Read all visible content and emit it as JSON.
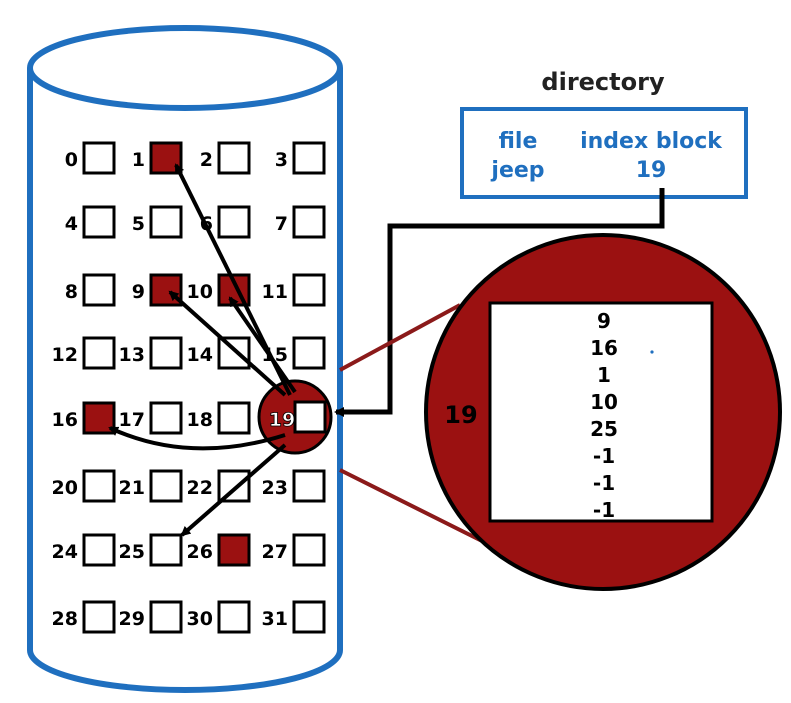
{
  "colors": {
    "disk_outline": "#1f6fbf",
    "allocated_block": "#9b1111",
    "free_block": "#ffffff",
    "directory_text": "#1f6fbf",
    "index_circle": "#9b1111"
  },
  "directory": {
    "title": "directory",
    "header_file": "file",
    "header_index": "index block",
    "entry_file": "jeep",
    "entry_index": "19"
  },
  "index_block": {
    "label": "19",
    "pointers": [
      "9",
      "16",
      "1",
      "10",
      "25",
      "-1",
      "-1",
      "-1"
    ]
  },
  "disk": {
    "blocks": [
      {
        "id": "0",
        "allocated": false
      },
      {
        "id": "1",
        "allocated": true
      },
      {
        "id": "2",
        "allocated": false
      },
      {
        "id": "3",
        "allocated": false
      },
      {
        "id": "4",
        "allocated": false
      },
      {
        "id": "5",
        "allocated": false
      },
      {
        "id": "6",
        "allocated": false
      },
      {
        "id": "7",
        "allocated": false
      },
      {
        "id": "8",
        "allocated": false
      },
      {
        "id": "9",
        "allocated": true
      },
      {
        "id": "10",
        "allocated": true
      },
      {
        "id": "11",
        "allocated": false
      },
      {
        "id": "12",
        "allocated": false
      },
      {
        "id": "13",
        "allocated": false
      },
      {
        "id": "14",
        "allocated": false
      },
      {
        "id": "15",
        "allocated": false
      },
      {
        "id": "16",
        "allocated": true
      },
      {
        "id": "17",
        "allocated": false
      },
      {
        "id": "18",
        "allocated": false
      },
      {
        "id": "19",
        "allocated": false
      },
      {
        "id": "20",
        "allocated": false
      },
      {
        "id": "21",
        "allocated": false
      },
      {
        "id": "22",
        "allocated": false
      },
      {
        "id": "23",
        "allocated": false
      },
      {
        "id": "24",
        "allocated": false
      },
      {
        "id": "25",
        "allocated": false
      },
      {
        "id": "26",
        "allocated": true
      },
      {
        "id": "27",
        "allocated": false
      },
      {
        "id": "28",
        "allocated": false
      },
      {
        "id": "29",
        "allocated": false
      },
      {
        "id": "30",
        "allocated": false
      },
      {
        "id": "31",
        "allocated": false
      }
    ]
  }
}
